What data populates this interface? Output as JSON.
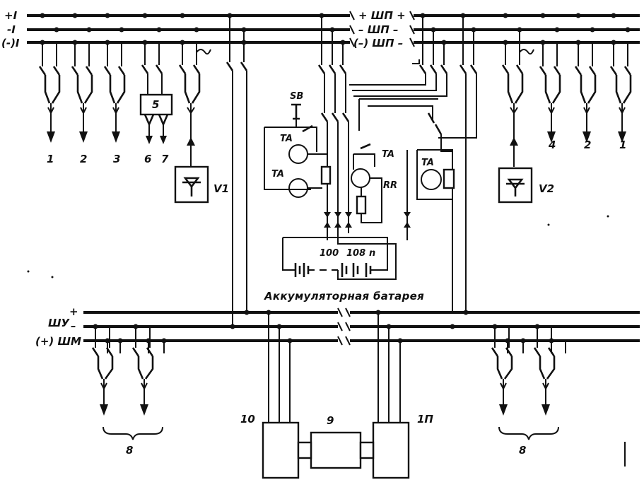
{
  "bus_labels": {
    "top_left_plus": "+I",
    "top_left_minus": "-I",
    "top_left_neg": "(-)I",
    "shp_plus": "+ ШП +",
    "shp_minus": "– ШП –",
    "shp_neg": "(–) ШП –",
    "shu": "ШУ",
    "shu_plus": "+",
    "shu_minus": "–",
    "shm": "(+) ШМ"
  },
  "feeder_labels": {
    "left": [
      "1",
      "2",
      "3",
      "6",
      "7"
    ],
    "right": [
      "4",
      "2",
      "1"
    ]
  },
  "unit_labels": {
    "box5": "5",
    "v1": "V1",
    "v2": "V2",
    "sb": "SB",
    "ta1": "TA",
    "ta2": "TA",
    "ta3": "TA",
    "ta4": "TA",
    "rr": "RR",
    "cell_100": "100",
    "cell_108": "108",
    "cell_n": "n",
    "box9": "9",
    "box10": "10",
    "box11": "1П",
    "group8_left": "8",
    "group8_right": "8"
  },
  "battery_label": "Аккумуляторная батарея",
  "colors": {
    "ink": "#111111",
    "paper": "#ffffff"
  },
  "icons": [
    "diode-icon",
    "switch-icon",
    "fuse-icon",
    "arrow-icon",
    "motor-icon",
    "battery-icon"
  ]
}
